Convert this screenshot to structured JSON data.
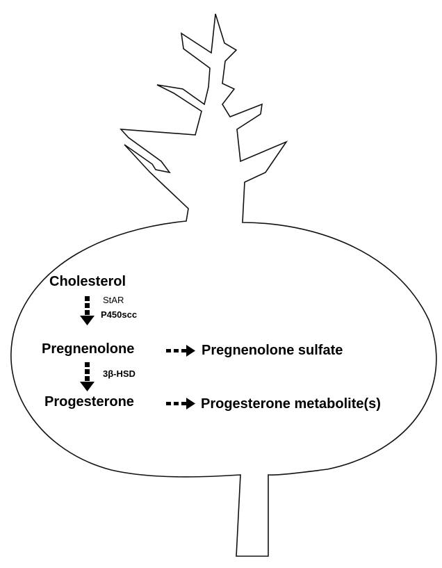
{
  "diagram": {
    "compounds": {
      "cholesterol": "Cholesterol",
      "pregnenolone": "Pregnenolone",
      "pregnenolone_sulfate": "Pregnenolone sulfate",
      "progesterone": "Progesterone",
      "progesterone_metabolites": "Progesterone metabolite(s)"
    },
    "enzymes": {
      "star": "StAR",
      "p450scc": "P450scc",
      "hsd": "3β-HSD"
    }
  }
}
